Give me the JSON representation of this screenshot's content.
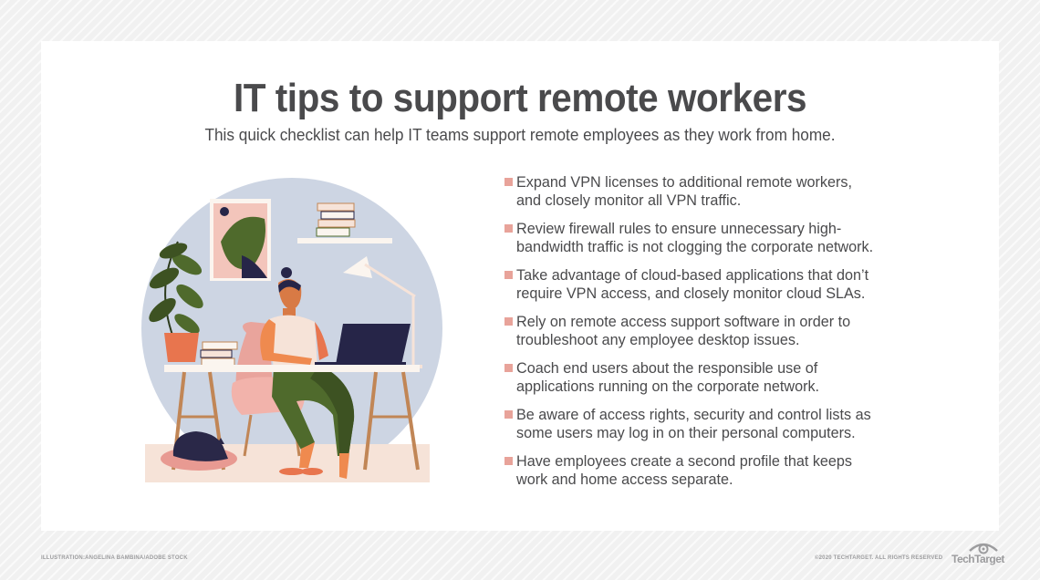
{
  "header": {
    "title": "IT tips to support remote workers",
    "subtitle": "This quick checklist can help IT teams support remote employees as they work from home."
  },
  "tips": [
    {
      "line1": "Expand VPN licenses to additional remote workers,",
      "line2": "and closely monitor all VPN traffic."
    },
    {
      "line1": "Review firewall rules to ensure unnecessary high-",
      "line2": "bandwidth traffic is not clogging the corporate network."
    },
    {
      "line1": "Take advantage of cloud-based applications that don’t",
      "line2": "require VPN access, and closely monitor cloud SLAs."
    },
    {
      "line1": "Rely on remote access support software in order to",
      "line2": "troubleshoot any employee desktop issues."
    },
    {
      "line1": "Coach end users about the responsible use of",
      "line2": "applications running on the corporate network."
    },
    {
      "line1": "Be aware of access rights, security and control lists as",
      "line2": "some users may log in on their personal computers."
    },
    {
      "line1": "Have employees create a second profile that keeps",
      "line2": "work and home access separate."
    }
  ],
  "illustration": {
    "description": "Woman working on laptop at desk at home with plant, books, lamp, poster and sleeping cat",
    "colors": {
      "circle": "#cdd5e3",
      "floor": "#f6e3d8",
      "desk": "#fbf5ef",
      "legs": "#c18656",
      "laptop": "#262548",
      "pants": "#4f6a2c",
      "skin": "#ef8a4f",
      "chair": "#f2b3ab",
      "pot": "#e8754e",
      "cat": "#2a2848",
      "cushion": "#e89a92"
    }
  },
  "footer": {
    "credit": "ILLUSTRATION:ANGELINA BAMBINA/ADOBE STOCK",
    "copyright": "©2020 TECHTARGET. ALL RIGHTS RESERVED",
    "logo_text": "TechTarget"
  },
  "colors": {
    "text": "#4a4a4c",
    "bullet": "#e8a39a",
    "footer_text": "#9c9c9e",
    "background": "#f1f1f1",
    "card": "#ffffff"
  }
}
